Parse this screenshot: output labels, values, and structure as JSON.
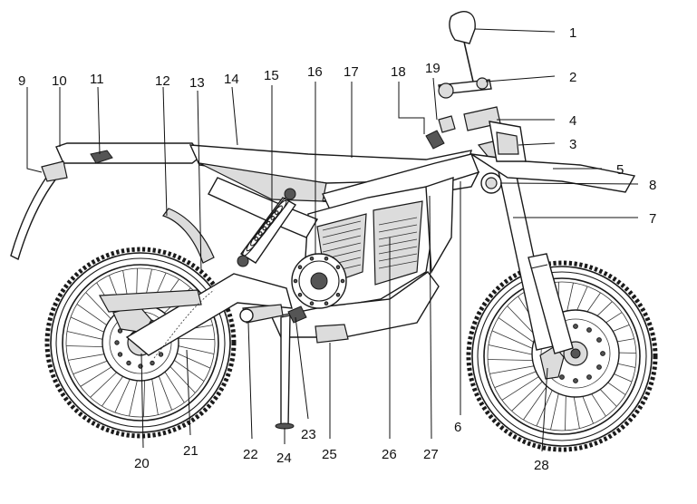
{
  "diagram": {
    "labels": [
      {
        "id": "1",
        "text": "1"
      },
      {
        "id": "2",
        "text": "2"
      },
      {
        "id": "3",
        "text": "3"
      },
      {
        "id": "4",
        "text": "4"
      },
      {
        "id": "5",
        "text": "5"
      },
      {
        "id": "6",
        "text": "6"
      },
      {
        "id": "7",
        "text": "7"
      },
      {
        "id": "8",
        "text": "8"
      },
      {
        "id": "9",
        "text": "9"
      },
      {
        "id": "10",
        "text": "10"
      },
      {
        "id": "11",
        "text": "11"
      },
      {
        "id": "12",
        "text": "12"
      },
      {
        "id": "13",
        "text": "13"
      },
      {
        "id": "14",
        "text": "14"
      },
      {
        "id": "15",
        "text": "15"
      },
      {
        "id": "16",
        "text": "16"
      },
      {
        "id": "17",
        "text": "17"
      },
      {
        "id": "18",
        "text": "18"
      },
      {
        "id": "19",
        "text": "19"
      },
      {
        "id": "20",
        "text": "20"
      },
      {
        "id": "21",
        "text": "21"
      },
      {
        "id": "22",
        "text": "22"
      },
      {
        "id": "23",
        "text": "23"
      },
      {
        "id": "24",
        "text": "24"
      },
      {
        "id": "25",
        "text": "25"
      },
      {
        "id": "26",
        "text": "26"
      },
      {
        "id": "27",
        "text": "27"
      },
      {
        "id": "28",
        "text": "28"
      }
    ]
  }
}
